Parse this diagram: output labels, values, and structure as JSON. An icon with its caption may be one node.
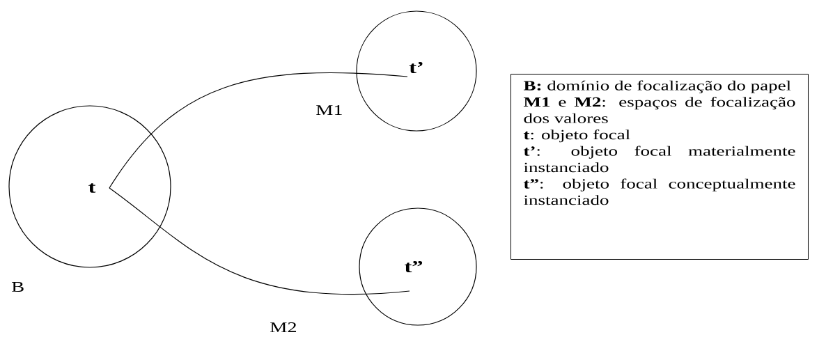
{
  "diagram": {
    "nodes": [
      {
        "text": [
          "t"
        ]
      },
      {
        "text": [
          "t’"
        ]
      },
      {
        "text": [
          "t”"
        ]
      },
      {
        "text": [
          "**B:** domínio de focalização do papel",
          "**M1** e **M2**: espaços de focalização dos valores",
          "**t**: objeto focal",
          "**t’**: objeto focal materialmente instanciado",
          "**t”**: objeto focal conceptualmente instanciado"
        ]
      }
    ],
    "edges": [
      {
        "from": 0,
        "to": 1,
        "arrow": "none"
      },
      {
        "from": 0,
        "to": 2,
        "arrow": "none"
      }
    ],
    "labels": [
      "M1",
      "B",
      "M2"
    ]
  }
}
